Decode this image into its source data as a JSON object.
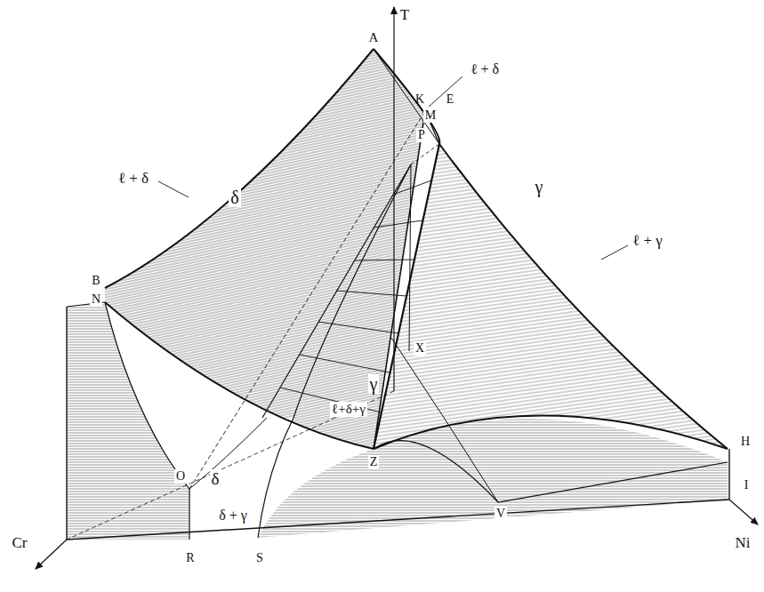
{
  "diagram": {
    "labels": [
      "T",
      "A",
      "ℓ + δ",
      "K",
      "M",
      "E",
      "P",
      "ℓ + δ",
      "γ",
      "ℓ + γ",
      "δ",
      "B",
      "N",
      "X",
      "γ",
      "ℓ+δ+γ",
      "Z",
      "H",
      "O",
      "δ",
      "I",
      "δ + γ",
      "V",
      "Cr",
      "R",
      "S",
      "Ni"
    ]
  }
}
